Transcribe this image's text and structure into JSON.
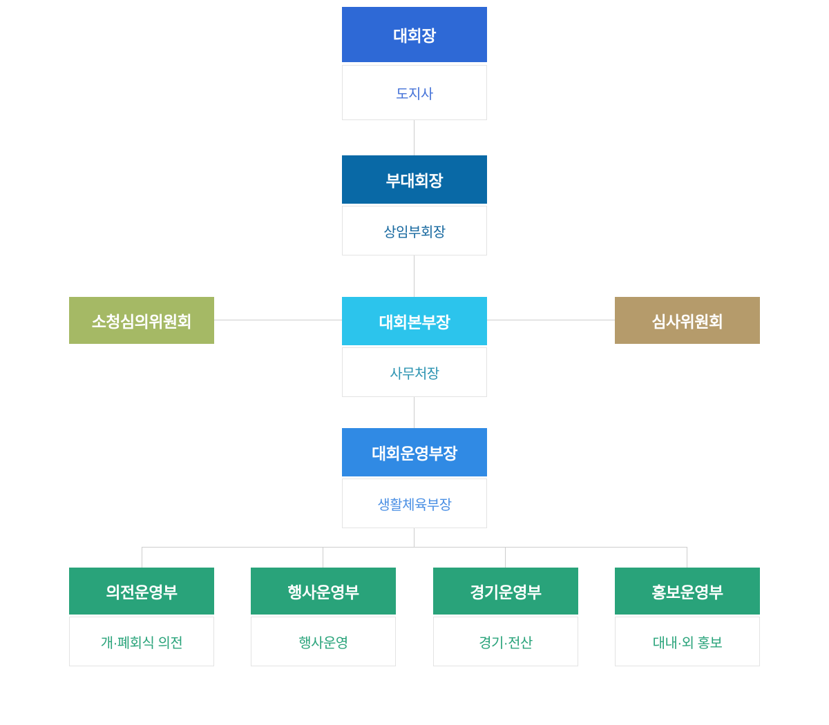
{
  "org_chart": {
    "chairman": {
      "title": "대회장",
      "subtitle": "도지사"
    },
    "vice_chairman": {
      "title": "부대회장",
      "subtitle": "상임부회장"
    },
    "appeal_committee": {
      "title": "소청심의위원회"
    },
    "hq_director": {
      "title": "대회본부장",
      "subtitle": "사무처장"
    },
    "judging_committee": {
      "title": "심사위원회"
    },
    "operations_director": {
      "title": "대회운영부장",
      "subtitle": "생활체육부장"
    },
    "departments": [
      {
        "title": "의전운영부",
        "subtitle": "개·폐회식 의전"
      },
      {
        "title": "행사운영부",
        "subtitle": "행사운영"
      },
      {
        "title": "경기운영부",
        "subtitle": "경기·전산"
      },
      {
        "title": "홍보운영부",
        "subtitle": "대내·외 홍보"
      }
    ]
  },
  "colors": {
    "chairman_bg": "#2e69d6",
    "chairman_text": "#4472d8",
    "vice_chairman_bg": "#0969a6",
    "vice_chairman_text": "#17689f",
    "hq_director_bg": "#2cc4ec",
    "hq_director_text": "#2b93b1",
    "operations_director_bg": "#308ae4",
    "operations_director_text": "#4a8fe4",
    "appeal_committee_bg": "#a5b965",
    "judging_committee_bg": "#b59b6b",
    "department_bg": "#29a37a",
    "department_text": "#29a37a",
    "header_text": "#ffffff",
    "connector_line": "#cdcdcd",
    "sub_box_border": "#e3e3e3",
    "page_background": "#ffffff"
  }
}
